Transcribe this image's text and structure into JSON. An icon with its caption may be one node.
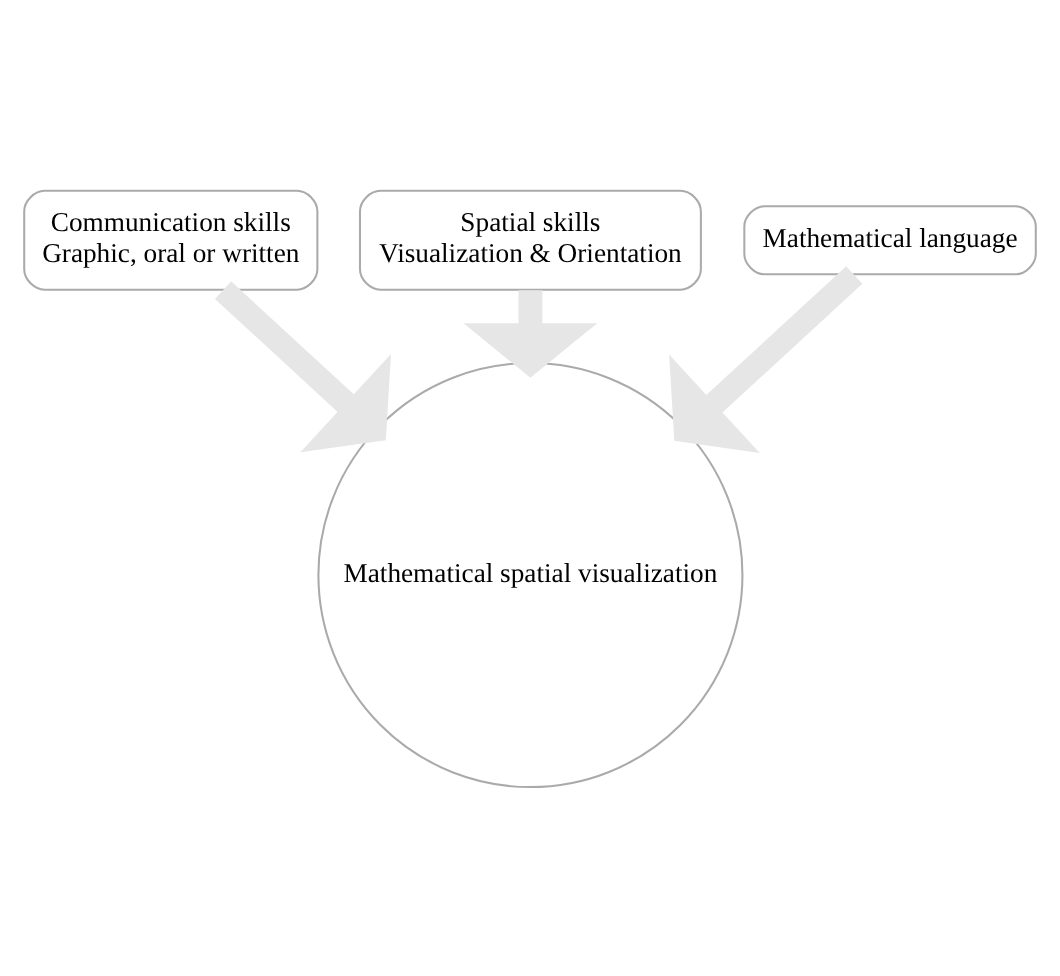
{
  "diagram": {
    "nodes": [
      {
        "text": [
          "Communication skills",
          "Graphic, oral or written"
        ]
      },
      {
        "text": [
          "Spatial skills",
          "Visualization & Orientation"
        ]
      },
      {
        "text": [
          "Mathematical language"
        ]
      },
      {
        "text": [
          "Mathematical spatial visualization"
        ]
      }
    ],
    "edges": [
      {
        "from": 0,
        "to": 3,
        "arrow": "to"
      },
      {
        "from": 1,
        "to": 3,
        "arrow": "to"
      },
      {
        "from": 2,
        "to": 3,
        "arrow": "to"
      }
    ]
  }
}
